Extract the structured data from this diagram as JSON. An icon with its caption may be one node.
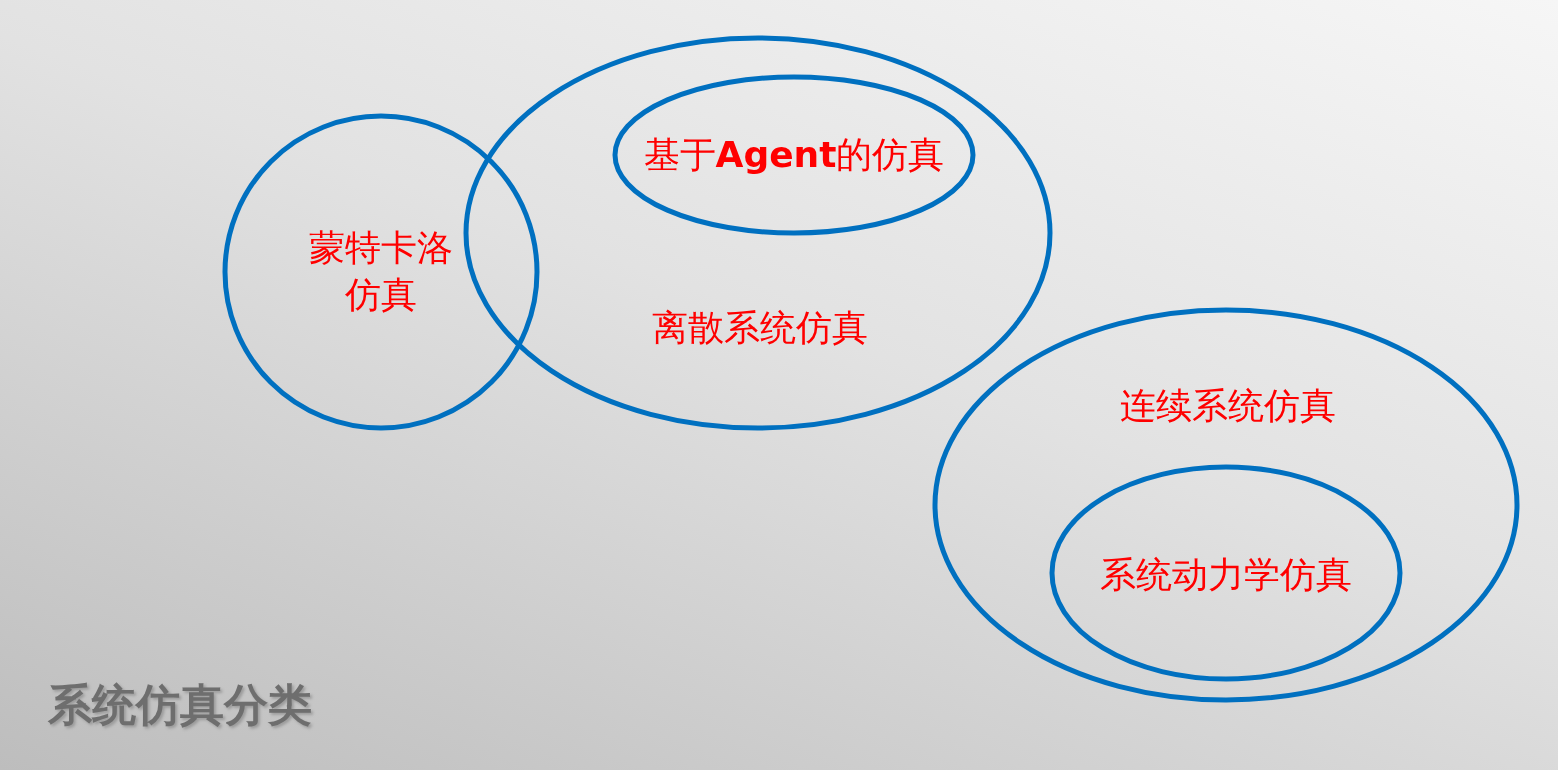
{
  "diagram": {
    "title": "系统仿真分类",
    "nodes": [
      {
        "text": [
          "蒙特卡洛仿真"
        ]
      },
      {
        "text": [
          "离散系统仿真"
        ]
      },
      {
        "text": [
          "基于**Agent**的仿真"
        ],
        "in": 1
      },
      {
        "text": [
          "连续系统仿真"
        ]
      },
      {
        "text": [
          "系统动力学仿真"
        ],
        "in": 3
      }
    ]
  }
}
